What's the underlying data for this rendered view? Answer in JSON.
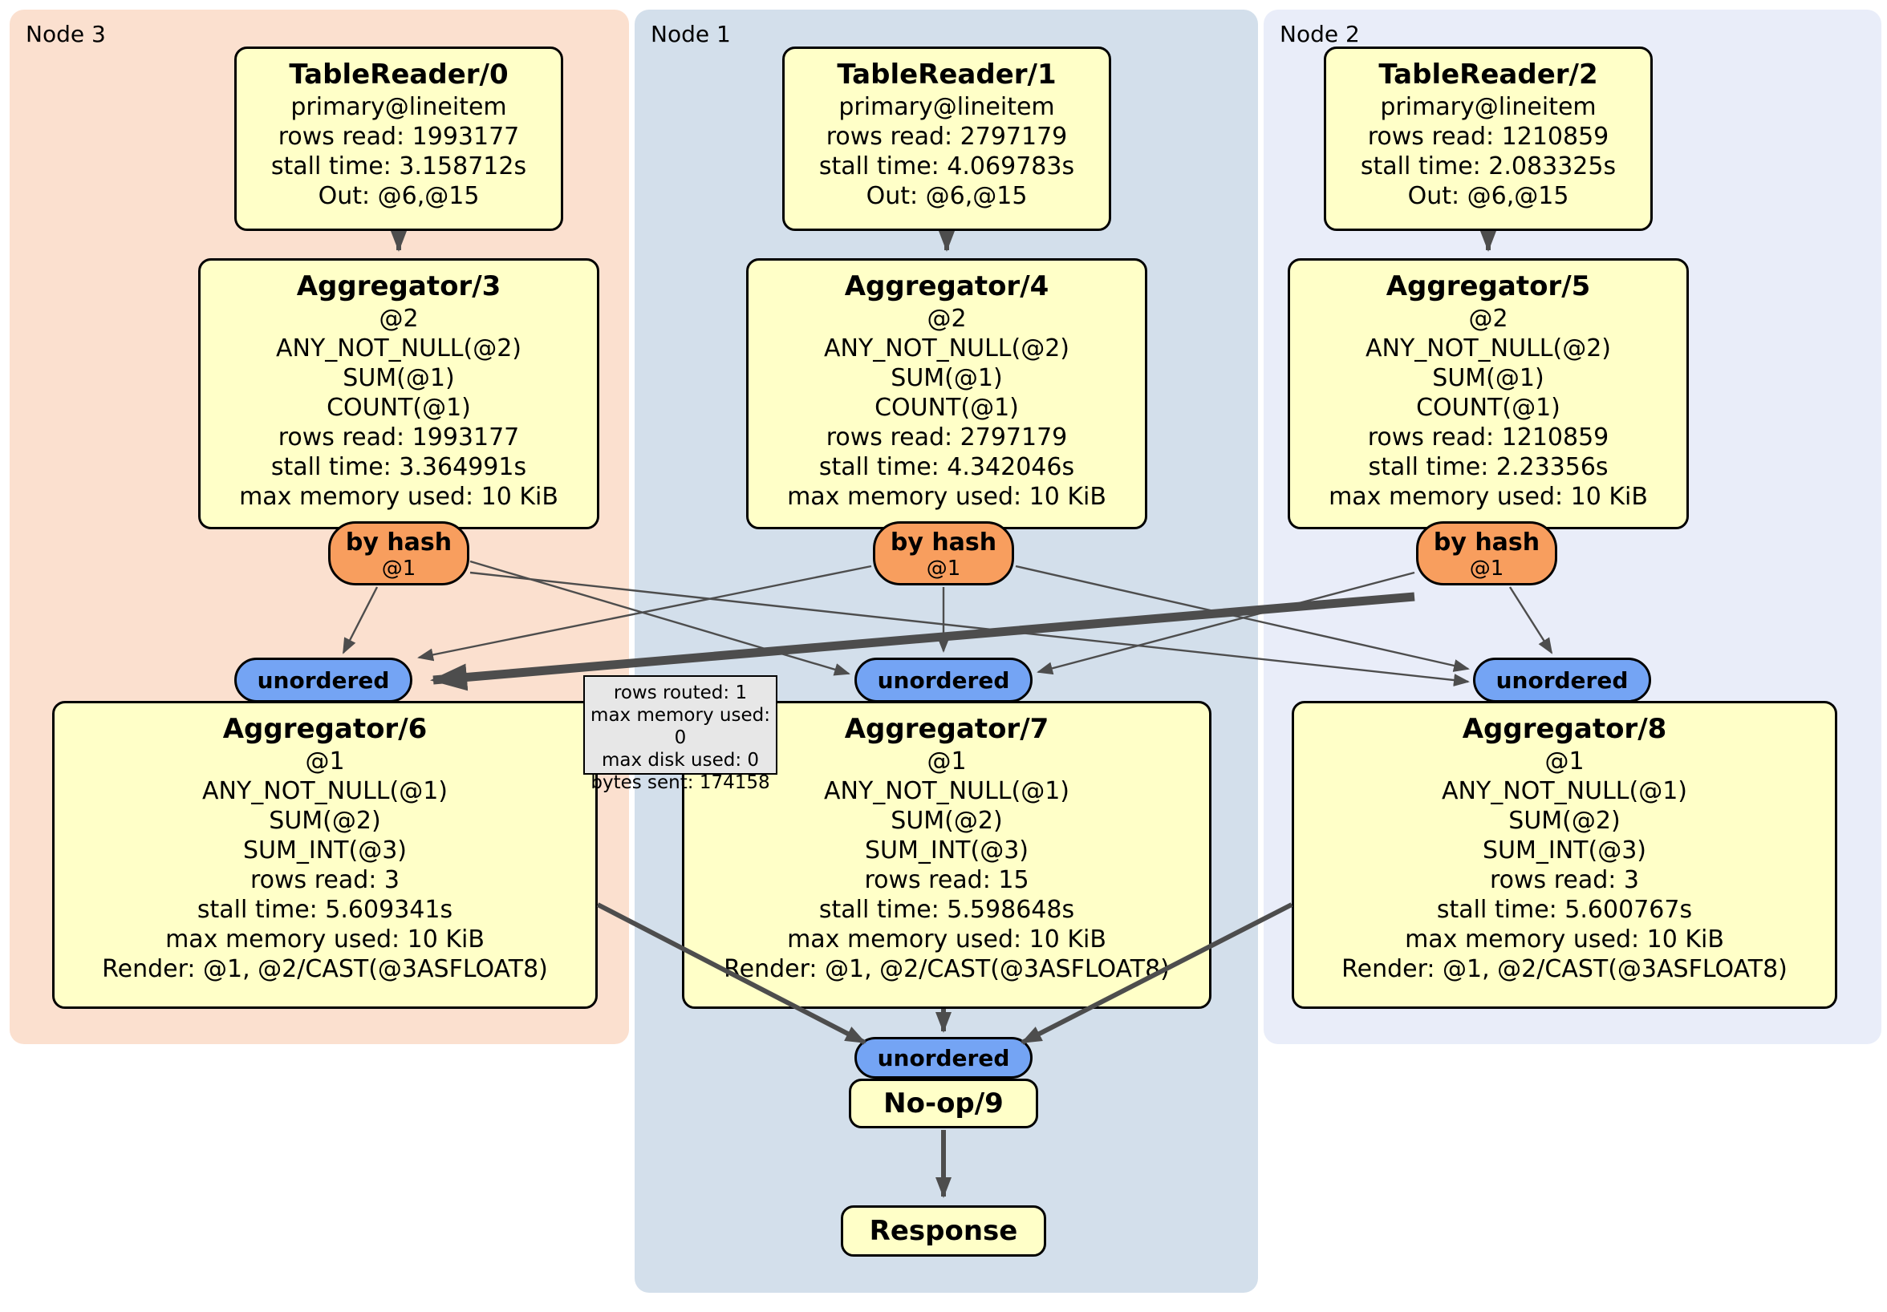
{
  "colors": {
    "panel-peach": "#fbe0cf",
    "panel-blue": "#d3dfeb",
    "panel-lav": "#e9edf9",
    "box-yellow": "#ffffc8",
    "router-orange": "#f89e5e",
    "sync-blue": "#74a4f4",
    "tooltip-gray": "#e7e7e7",
    "edge-gray": "#4d4d4d"
  },
  "panels": {
    "node3": {
      "label": "Node 3"
    },
    "node1": {
      "label": "Node 1"
    },
    "node2": {
      "label": "Node 2"
    }
  },
  "processors": {
    "tablereader0": {
      "title": "TableReader/0",
      "lines": [
        "primary@lineitem",
        "rows read: 1993177",
        "stall time: 3.158712s",
        "Out: @6,@15"
      ]
    },
    "tablereader1": {
      "title": "TableReader/1",
      "lines": [
        "primary@lineitem",
        "rows read: 2797179",
        "stall time: 4.069783s",
        "Out: @6,@15"
      ]
    },
    "tablereader2": {
      "title": "TableReader/2",
      "lines": [
        "primary@lineitem",
        "rows read: 1210859",
        "stall time: 2.083325s",
        "Out: @6,@15"
      ]
    },
    "aggregator3": {
      "title": "Aggregator/3",
      "lines": [
        "@2",
        "ANY_NOT_NULL(@2)",
        "SUM(@1)",
        "COUNT(@1)",
        "rows read: 1993177",
        "stall time: 3.364991s",
        "max memory used: 10 KiB"
      ]
    },
    "aggregator4": {
      "title": "Aggregator/4",
      "lines": [
        "@2",
        "ANY_NOT_NULL(@2)",
        "SUM(@1)",
        "COUNT(@1)",
        "rows read: 2797179",
        "stall time: 4.342046s",
        "max memory used: 10 KiB"
      ]
    },
    "aggregator5": {
      "title": "Aggregator/5",
      "lines": [
        "@2",
        "ANY_NOT_NULL(@2)",
        "SUM(@1)",
        "COUNT(@1)",
        "rows read: 1210859",
        "stall time: 2.23356s",
        "max memory used: 10 KiB"
      ]
    },
    "aggregator6": {
      "title": "Aggregator/6",
      "lines": [
        "@1",
        "ANY_NOT_NULL(@1)",
        "SUM(@2)",
        "SUM_INT(@3)",
        "rows read: 3",
        "stall time: 5.609341s",
        "max memory used: 10 KiB",
        "Render: @1, @2/CAST(@3ASFLOAT8)"
      ]
    },
    "aggregator7": {
      "title": "Aggregator/7",
      "lines": [
        "@1",
        "ANY_NOT_NULL(@1)",
        "SUM(@2)",
        "SUM_INT(@3)",
        "rows read: 15",
        "stall time: 5.598648s",
        "max memory used: 10 KiB",
        "Render: @1, @2/CAST(@3ASFLOAT8)"
      ]
    },
    "aggregator8": {
      "title": "Aggregator/8",
      "lines": [
        "@1",
        "ANY_NOT_NULL(@1)",
        "SUM(@2)",
        "SUM_INT(@3)",
        "rows read: 3",
        "stall time: 5.600767s",
        "max memory used: 10 KiB",
        "Render: @1, @2/CAST(@3ASFLOAT8)"
      ]
    },
    "noop9": {
      "title": "No-op/9",
      "lines": []
    },
    "response": {
      "title": "Response",
      "lines": []
    }
  },
  "routers": {
    "node3": {
      "label": "by hash",
      "sub": "@1"
    },
    "node1": {
      "label": "by hash",
      "sub": "@1"
    },
    "node2": {
      "label": "by hash",
      "sub": "@1"
    }
  },
  "syncs": {
    "node3": {
      "label": "unordered"
    },
    "node1": {
      "label": "unordered"
    },
    "node2": {
      "label": "unordered"
    },
    "final": {
      "label": "unordered"
    }
  },
  "tooltip": {
    "lines": [
      "rows routed: 1",
      "max memory used: 0",
      "max disk used: 0",
      "bytes sent: 174158"
    ]
  }
}
